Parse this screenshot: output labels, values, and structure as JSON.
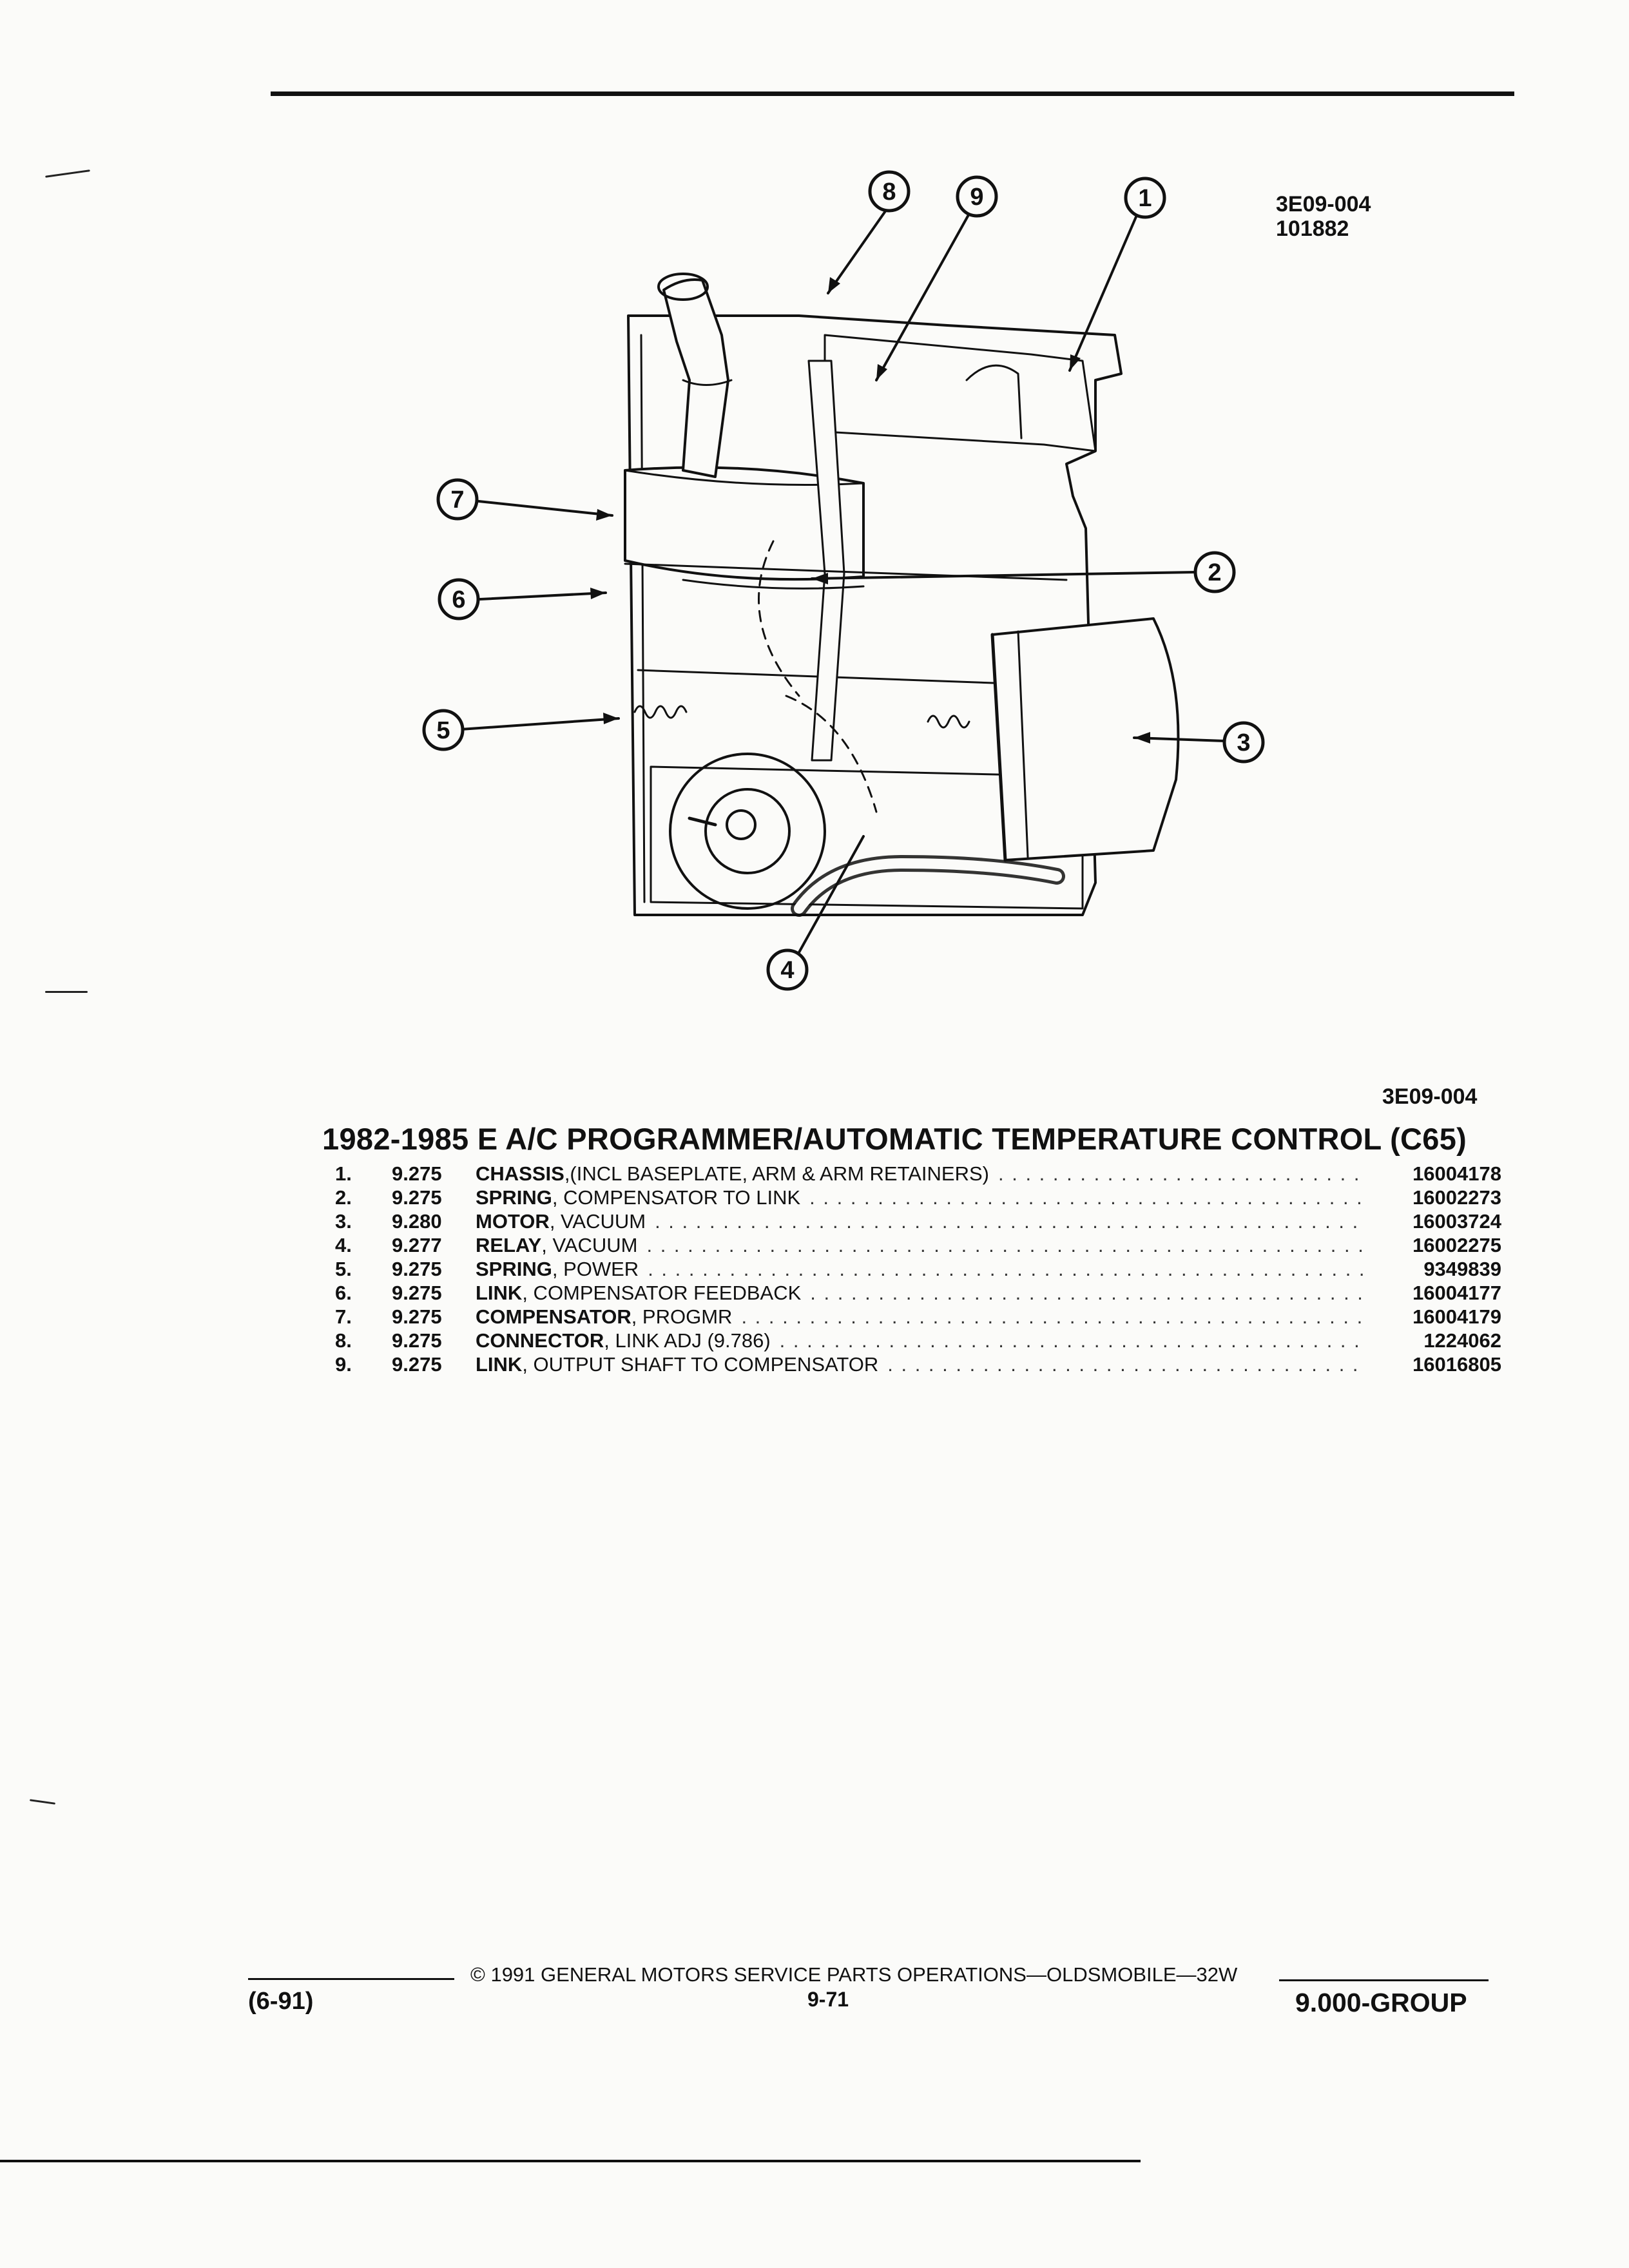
{
  "illustration": {
    "ref_code": "3E09-004",
    "date_code": "101882",
    "callouts": [
      "1",
      "2",
      "3",
      "4",
      "5",
      "6",
      "7",
      "8",
      "9"
    ]
  },
  "caption_ref": "3E09-004",
  "title": "1982-1985 E A/C PROGRAMMER/AUTOMATIC TEMPERATURE CONTROL (C65)",
  "parts": [
    {
      "num": "1.",
      "group": "9.275",
      "name": "CHASSIS",
      "desc": " ,(INCL BASEPLATE, ARM & ARM RETAINERS)",
      "part_no": "16004178"
    },
    {
      "num": "2.",
      "group": "9.275",
      "name": "SPRING",
      "desc": " , COMPENSATOR TO LINK",
      "part_no": "16002273"
    },
    {
      "num": "3.",
      "group": "9.280",
      "name": "MOTOR",
      "desc": " , VACUUM",
      "part_no": "16003724"
    },
    {
      "num": "4.",
      "group": "9.277",
      "name": "RELAY",
      "desc": " , VACUUM",
      "part_no": "16002275"
    },
    {
      "num": "5.",
      "group": "9.275",
      "name": "SPRING",
      "desc": " , POWER",
      "part_no": "9349839"
    },
    {
      "num": "6.",
      "group": "9.275",
      "name": "LINK",
      "desc": " , COMPENSATOR FEEDBACK",
      "part_no": "16004177"
    },
    {
      "num": "7.",
      "group": "9.275",
      "name": "COMPENSATOR",
      "desc": " , PROGMR",
      "part_no": "16004179"
    },
    {
      "num": "8.",
      "group": "9.275",
      "name": "CONNECTOR",
      "desc": " , LINK ADJ (9.786)",
      "part_no": "1224062"
    },
    {
      "num": "9.",
      "group": "9.275",
      "name": "LINK",
      "desc": " , OUTPUT SHAFT TO COMPENSATOR",
      "part_no": "16016805"
    }
  ],
  "footer": {
    "copyright": "© 1991 GENERAL MOTORS SERVICE PARTS OPERATIONS—OLDSMOBILE—32W",
    "date": "(6-91)",
    "page": "9-71",
    "group": "9.000-GROUP"
  }
}
